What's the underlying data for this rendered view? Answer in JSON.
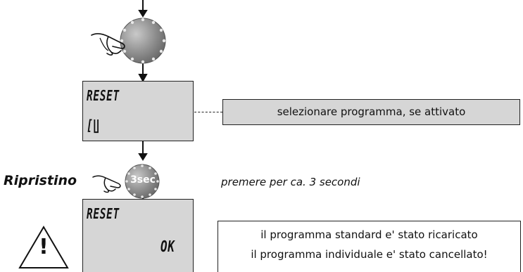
{
  "display1": {
    "line1": "RESET",
    "line2": "[∐"
  },
  "display2": {
    "line1": "RESET",
    "line2": "OK"
  },
  "knob2": {
    "text": "3sec"
  },
  "select_note": "selezionare programma, se attivato",
  "reset_label": "Ripristino",
  "press_note": "premere per ca. 3 secondi",
  "result_box": {
    "line1": "il programma standard e' stato ricaricato",
    "line2": "il programma individuale e' stato cancellato!"
  },
  "warning": {
    "symbol": "!"
  },
  "icons": [
    "arrow-down-icon",
    "hand-pointer-icon",
    "rotary-knob-icon",
    "warning-triangle-icon"
  ]
}
